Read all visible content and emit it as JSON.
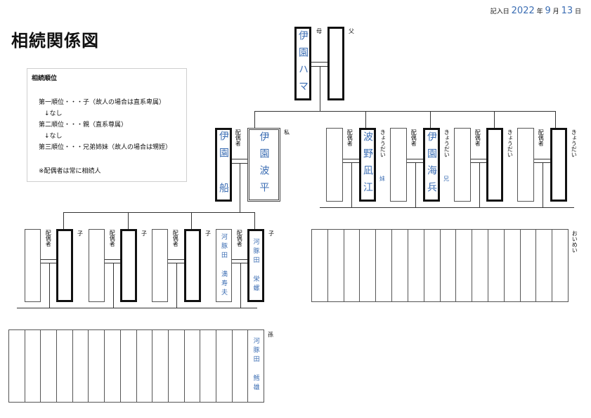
{
  "header": {
    "title": "相続関係図",
    "date_prefix": "記入日",
    "year": "2022",
    "year_unit": "年",
    "month": "9",
    "month_unit": "月",
    "day": "13",
    "day_unit": "日"
  },
  "order_panel": {
    "heading": "相続順位",
    "lines": [
      "第一順位・・・子（故人の場合は直系卑属）",
      "↓なし",
      "第二順位・・・親（直系尊属）",
      "↓なし",
      "第三順位・・・兄弟姉妹（故人の場合は甥姪）",
      "※配偶者は常に相続人"
    ]
  },
  "labels": {
    "mother": "母",
    "father": "父",
    "self": "私",
    "spouse": "配偶者",
    "sibling": "きょうだい",
    "sister": "妹",
    "brother": "兄",
    "child": "子",
    "niece_nephew": "おいめい",
    "grandchild": "孫"
  },
  "people": {
    "mother_name": "伊園ハマ",
    "spouse_name": "伊園 船",
    "self_name": "伊園波平",
    "sister_name": "波野凪江",
    "brother_name": "伊園海兵",
    "child4_spouse": "河豚田 満寿夫",
    "child4_name": "河豚田 栄螺",
    "grandchild_name": "河豚田 鱈雄"
  }
}
